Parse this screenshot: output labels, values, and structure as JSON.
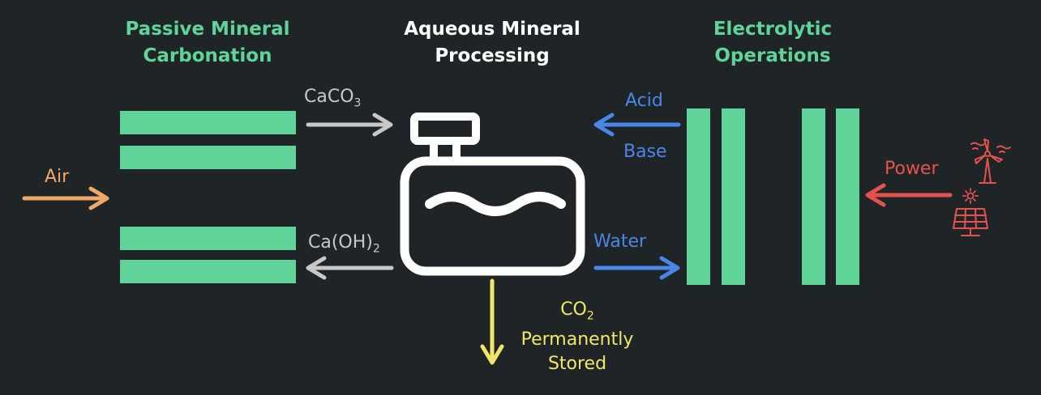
{
  "headings": {
    "passive_line1": "Passive Mineral",
    "passive_line2": "Carbonation",
    "aqueous_line1": "Aqueous Mineral",
    "aqueous_line2": "Processing",
    "electro_line1": "Electrolytic",
    "electro_line2": "Operations"
  },
  "labels": {
    "air": "Air",
    "caco3": "CaCO",
    "caco3_sub": "3",
    "caoh2": "Ca(OH)",
    "caoh2_sub": "2",
    "acid": "Acid",
    "base": "Base",
    "water": "Water",
    "power": "Power",
    "co2": "CO",
    "co2_sub": "2",
    "stored_line1": "Permanently",
    "stored_line2": "Stored"
  },
  "colors": {
    "background": "#1f2527",
    "mineral_green": "#5fd398",
    "white": "#ffffff",
    "air_orange": "#f0a868",
    "carbonate_gray": "#c8c8c8",
    "reagent_blue": "#4a86e8",
    "power_red": "#e5524e",
    "co2_yellow": "#f2e66a"
  },
  "icons": [
    "tank-icon",
    "wind-turbine-icon",
    "sun-icon",
    "solar-panel-icon"
  ]
}
